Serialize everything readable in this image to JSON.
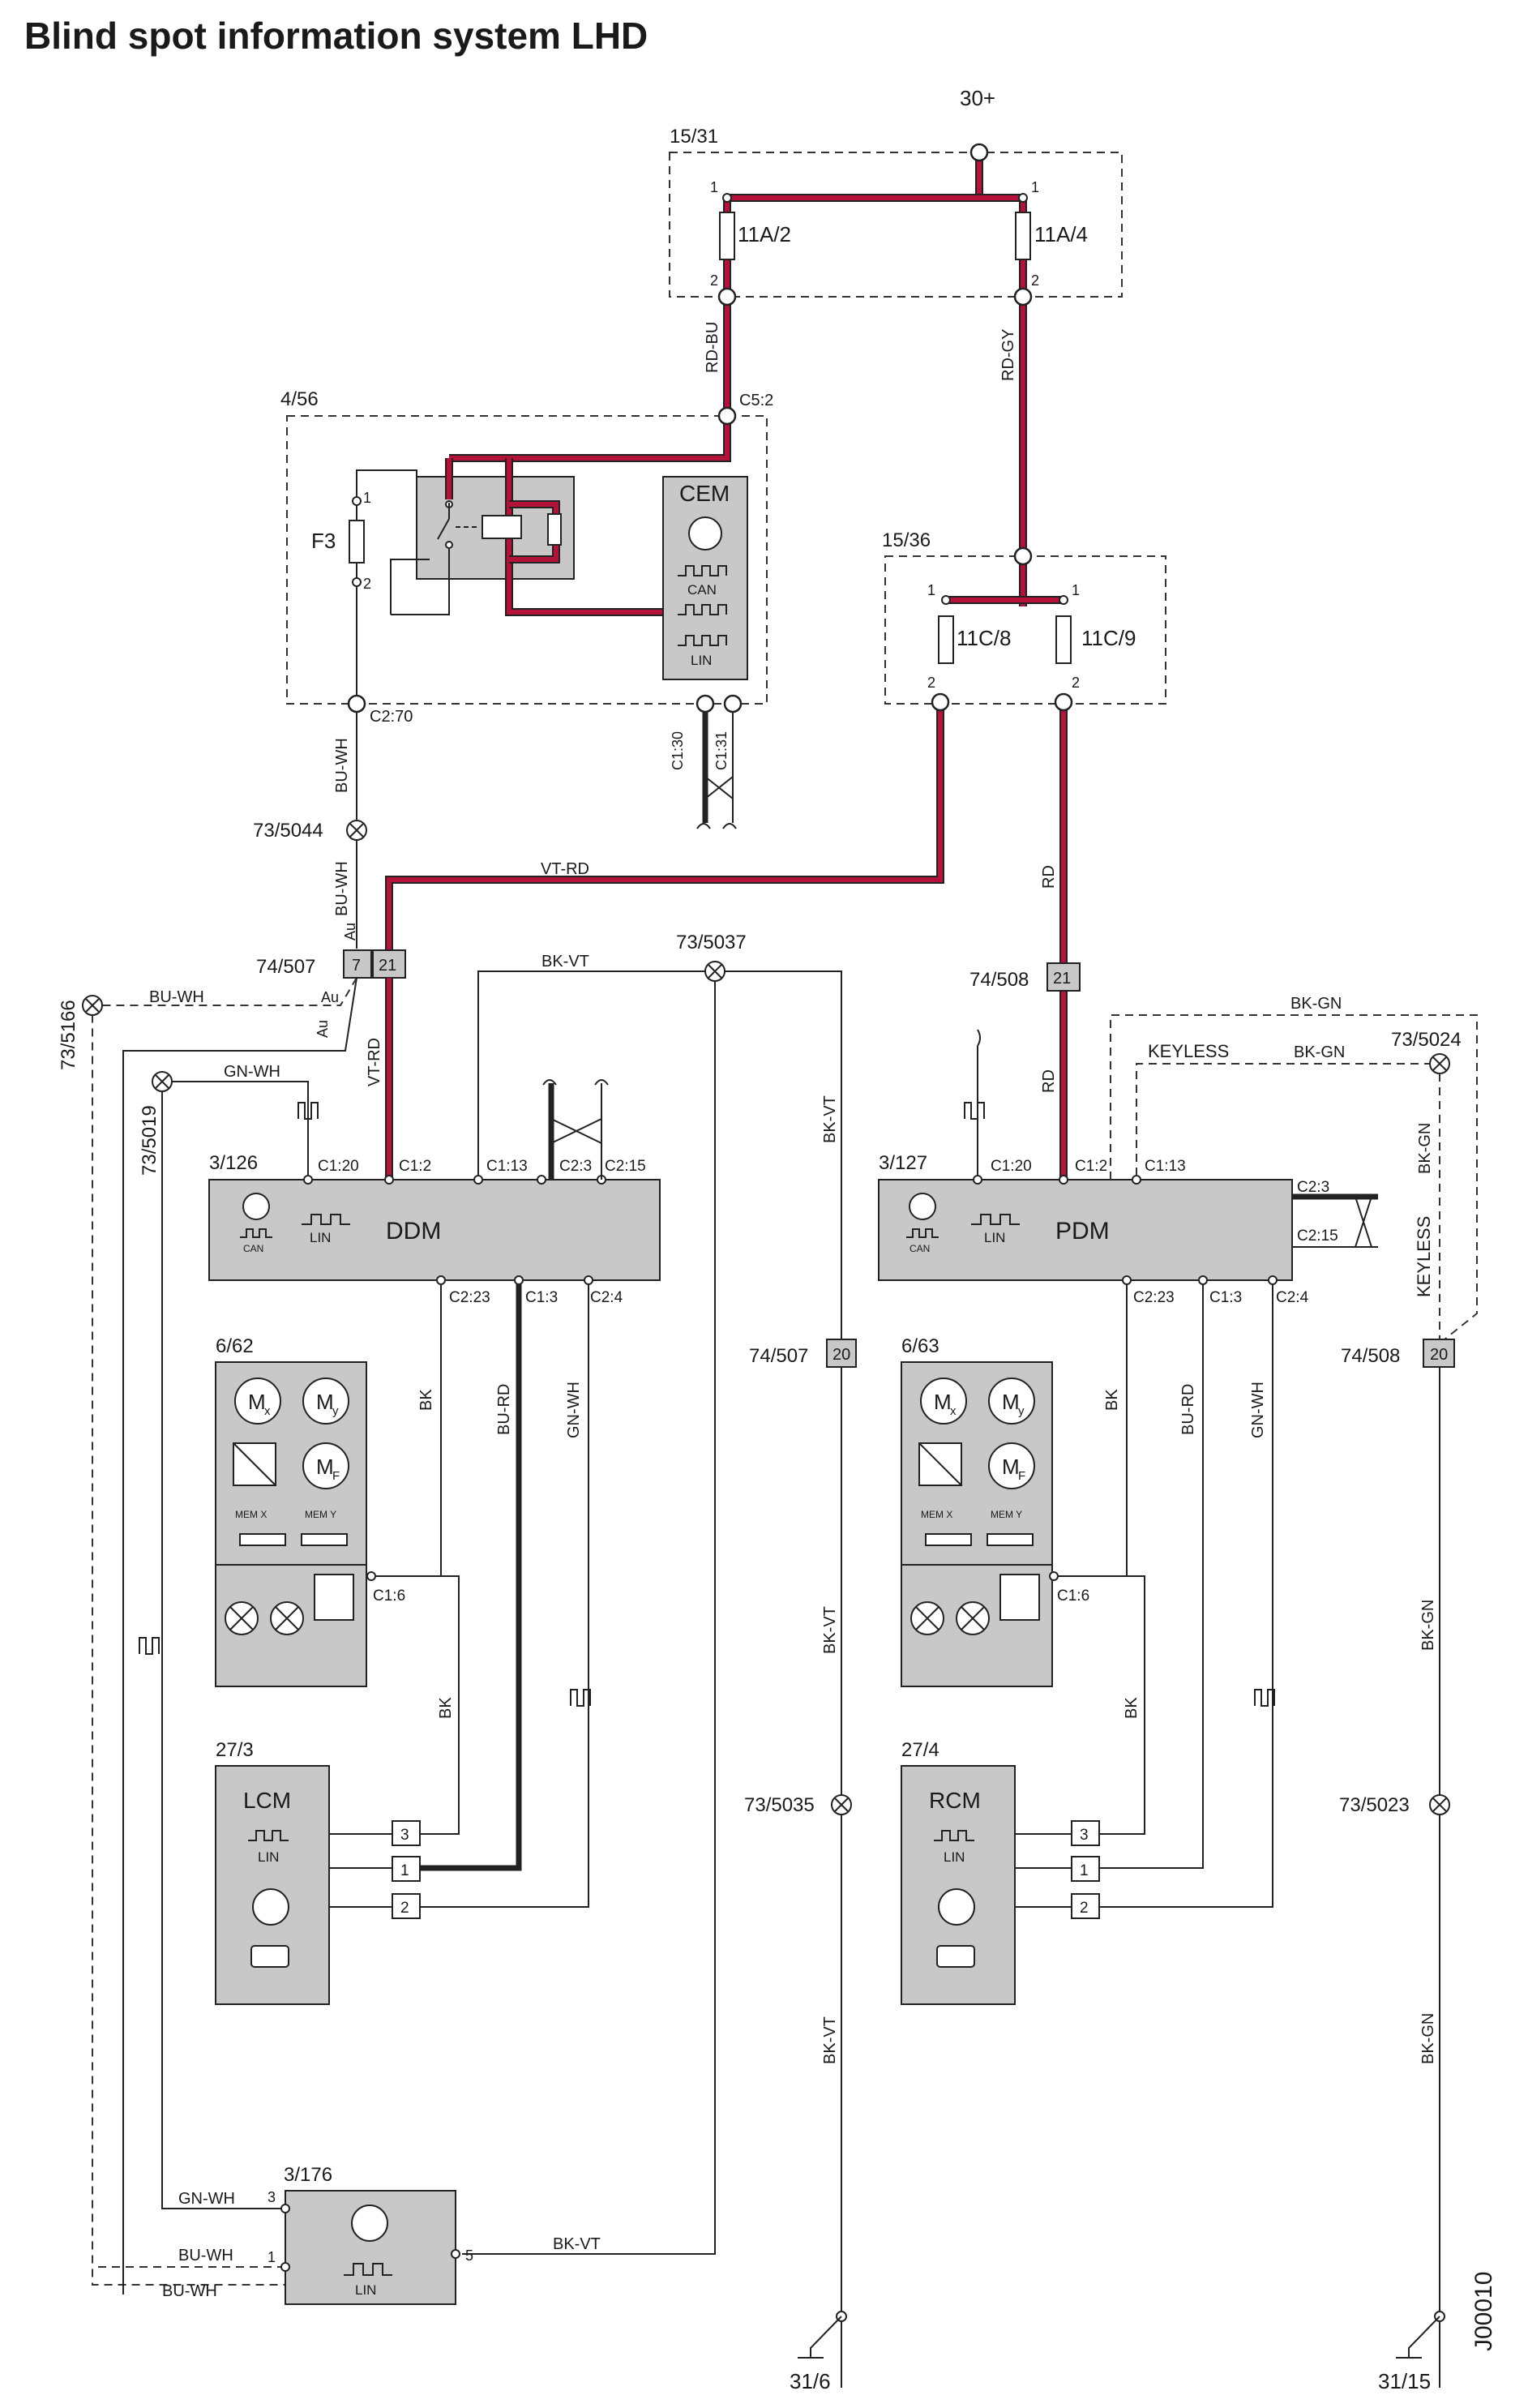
{
  "title": "Blind spot information system LHD",
  "supply": {
    "label": "30+"
  },
  "ground": {
    "left": "31/6",
    "right": "31/15"
  },
  "diagram_code": "J00010",
  "fuse_boxes": [
    {
      "id": "15/31",
      "fuses": [
        "11A/2",
        "11A/4"
      ]
    },
    {
      "id": "15/36",
      "fuses": [
        "11C/8",
        "11C/9"
      ]
    }
  ],
  "pins": {
    "one": "1",
    "two": "2",
    "three": "3",
    "five": "5"
  },
  "cem_unit": {
    "id": "4/56",
    "name": "CEM",
    "fuse": "F3",
    "can": "CAN",
    "lin": "LIN",
    "c52": "C5:2",
    "c270": "C2:70",
    "c130": "C1:30",
    "c131": "C1:31"
  },
  "wires": {
    "rdbu": "RD-BU",
    "rdgy": "RD-GY",
    "buwh": "BU-WH",
    "vtrd": "VT-RD",
    "bkvt": "BK-VT",
    "rd": "RD",
    "bkgn": "BK-GN",
    "gnwh": "GN-WH",
    "bk": "BK",
    "burd": "BU-RD",
    "au": "Au",
    "keyless": "KEYLESS"
  },
  "splices": {
    "s5044": "73/5044",
    "s5037": "73/5037",
    "s5166": "73/5166",
    "s5019": "73/5019",
    "s5024": "73/5024",
    "s5035": "73/5035",
    "s5023": "73/5023"
  },
  "connectors": {
    "c507": "74/507",
    "c508": "74/508",
    "p7": "7",
    "p21": "21",
    "p20": "20"
  },
  "ddm": {
    "id": "3/126",
    "name": "DDM",
    "lin": "LIN",
    "can": "CAN",
    "c120": "C1:20",
    "c12": "C1:2",
    "c113": "C1:13",
    "c23": "C2:3",
    "c215": "C2:15",
    "c223": "C2:23",
    "c13": "C1:3",
    "c24": "C2:4"
  },
  "pdm": {
    "id": "3/127",
    "name": "PDM",
    "lin": "LIN",
    "can": "CAN",
    "c120": "C1:20",
    "c12": "C1:2",
    "c113": "C1:13",
    "c23": "C2:3",
    "c215": "C2:15",
    "c223": "C2:23",
    "c13": "C1:3",
    "c24": "C2:4"
  },
  "mirror_left": {
    "id": "6/62",
    "c16": "C1:6",
    "mem_x": "MEM X",
    "mem_y": "MEM Y",
    "mx": "M",
    "my": "M",
    "mf": "M",
    "sub_x": "x",
    "sub_y": "y",
    "sub_f": "F"
  },
  "mirror_right": {
    "id": "6/63",
    "c16": "C1:6",
    "mem_x": "MEM X",
    "mem_y": "MEM Y",
    "mx": "M",
    "my": "M",
    "mf": "M",
    "sub_x": "x",
    "sub_y": "y",
    "sub_f": "F"
  },
  "lcm": {
    "id": "27/3",
    "name": "LCM",
    "lin": "LIN"
  },
  "rcm": {
    "id": "27/4",
    "name": "RCM",
    "lin": "LIN"
  },
  "control": {
    "id": "3/176",
    "lin": "LIN"
  }
}
